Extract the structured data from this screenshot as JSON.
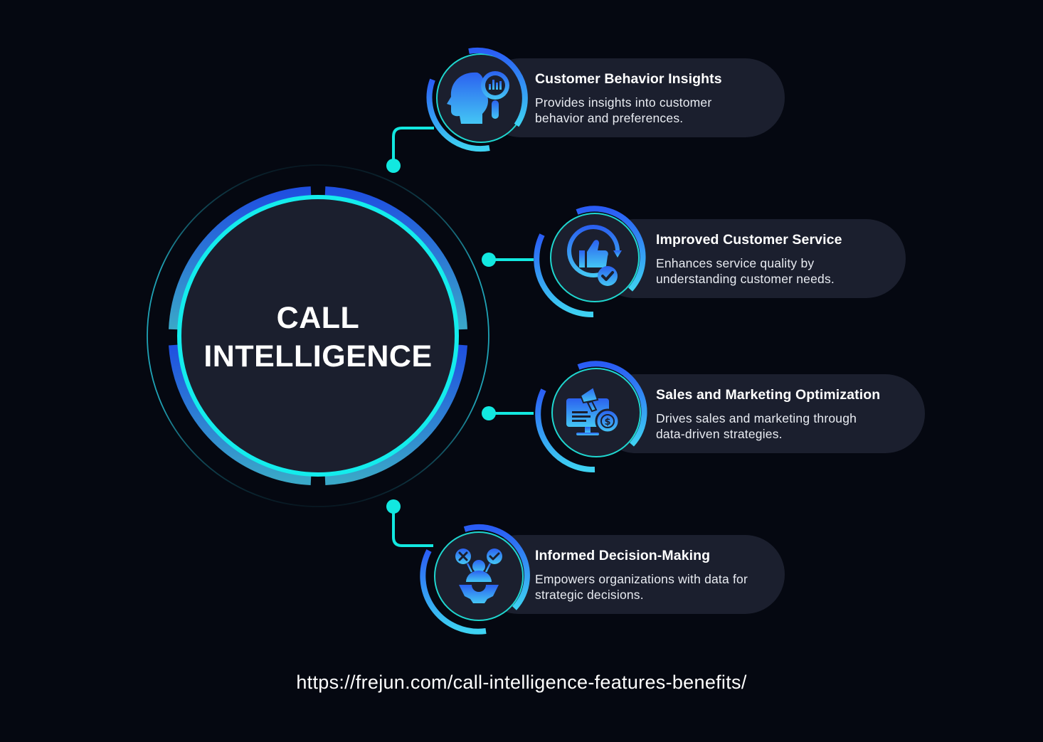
{
  "center": {
    "line1": "CALL",
    "line2": "INTELLIGENCE"
  },
  "items": [
    {
      "title": "Customer Behavior Insights",
      "description": "Provides insights into customer behavior and preferences.",
      "icon": "head-magnifier-chart-icon"
    },
    {
      "title": "Improved Customer Service",
      "description": "Enhances service quality by understanding customer needs.",
      "icon": "thumbs-up-check-icon"
    },
    {
      "title": "Sales and Marketing Optimization",
      "description": "Drives sales and marketing through data-driven strategies.",
      "icon": "megaphone-monitor-gear-icon"
    },
    {
      "title": "Informed Decision-Making",
      "description": "Empowers organizations with data for strategic decisions.",
      "icon": "person-gear-decision-icon"
    }
  ],
  "footer": {
    "url": "https://frejun.com/call-intelligence-features-benefits/"
  },
  "colors": {
    "background": "#050811",
    "card": "#1b1f2e",
    "cyan": "#12e8e0",
    "blue": "#2563eb",
    "light_blue": "#3ec7f0"
  }
}
